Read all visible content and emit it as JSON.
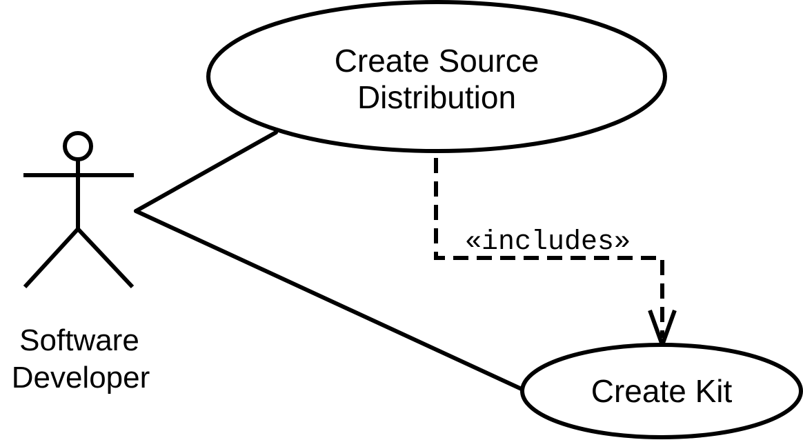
{
  "diagram": {
    "actor": {
      "label_line1": "Software",
      "label_line2": "Developer"
    },
    "use_cases": {
      "source_distribution": {
        "line1": "Create Source",
        "line2": "Distribution"
      },
      "kit": {
        "label": "Create Kit"
      }
    },
    "relationship": {
      "stereotype": "«includes»"
    }
  }
}
